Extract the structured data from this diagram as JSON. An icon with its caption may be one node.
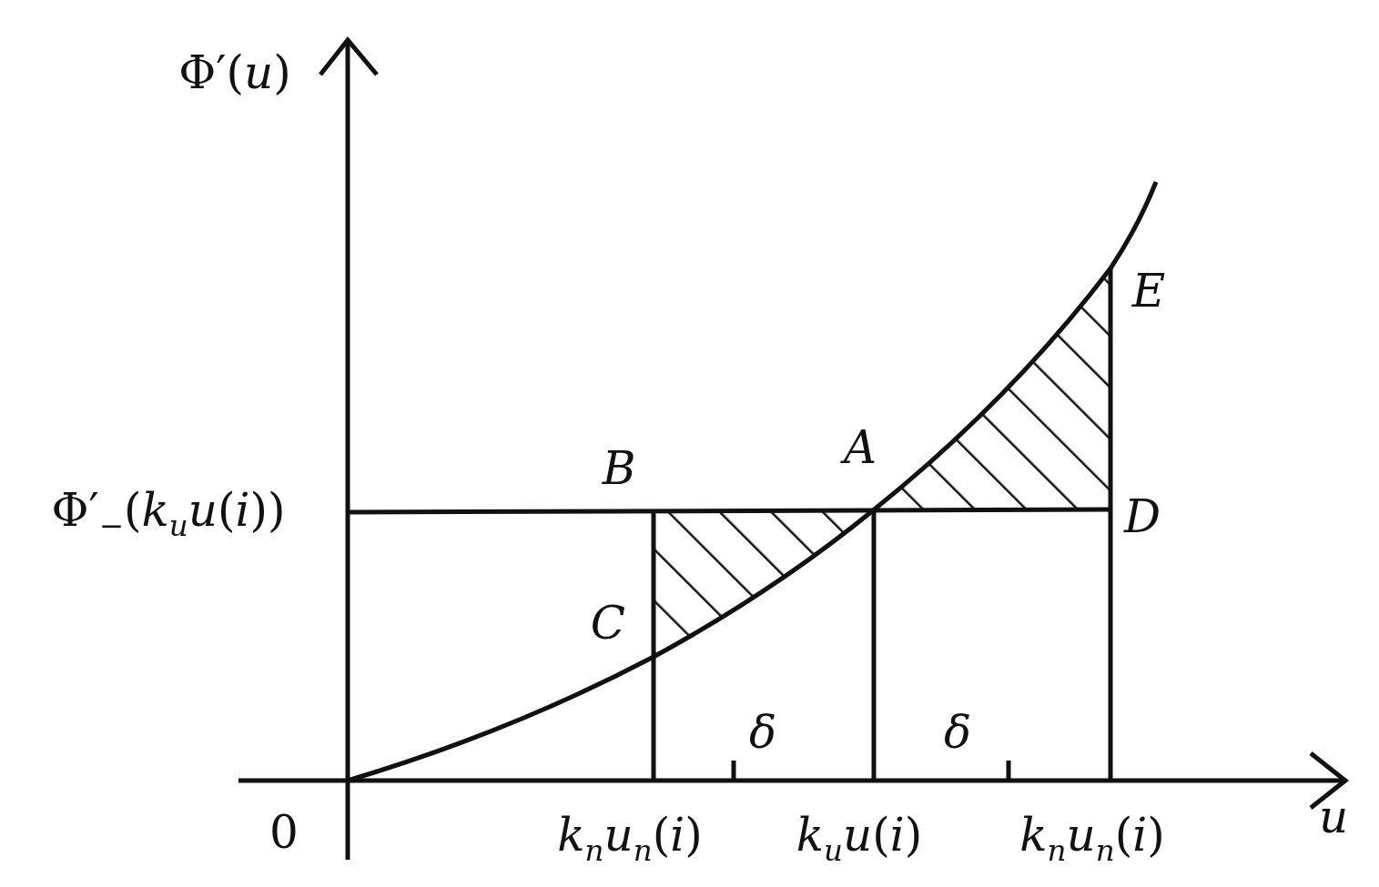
{
  "diagram": {
    "labels": [
      "Φ′(*u*)",
      "Φ′$_{−}$(*k*$_{u}$*u*(*i*))",
      "B",
      "A",
      "E",
      "D",
      "C",
      "δ",
      "δ",
      "0",
      "*k*$_{n}$*u*$_{n}$(*i*)",
      "*k*$_{u}$*u*(*i*)",
      "*k*$_{n}$*u*$_{n}$(*i*)",
      "u"
    ]
  }
}
